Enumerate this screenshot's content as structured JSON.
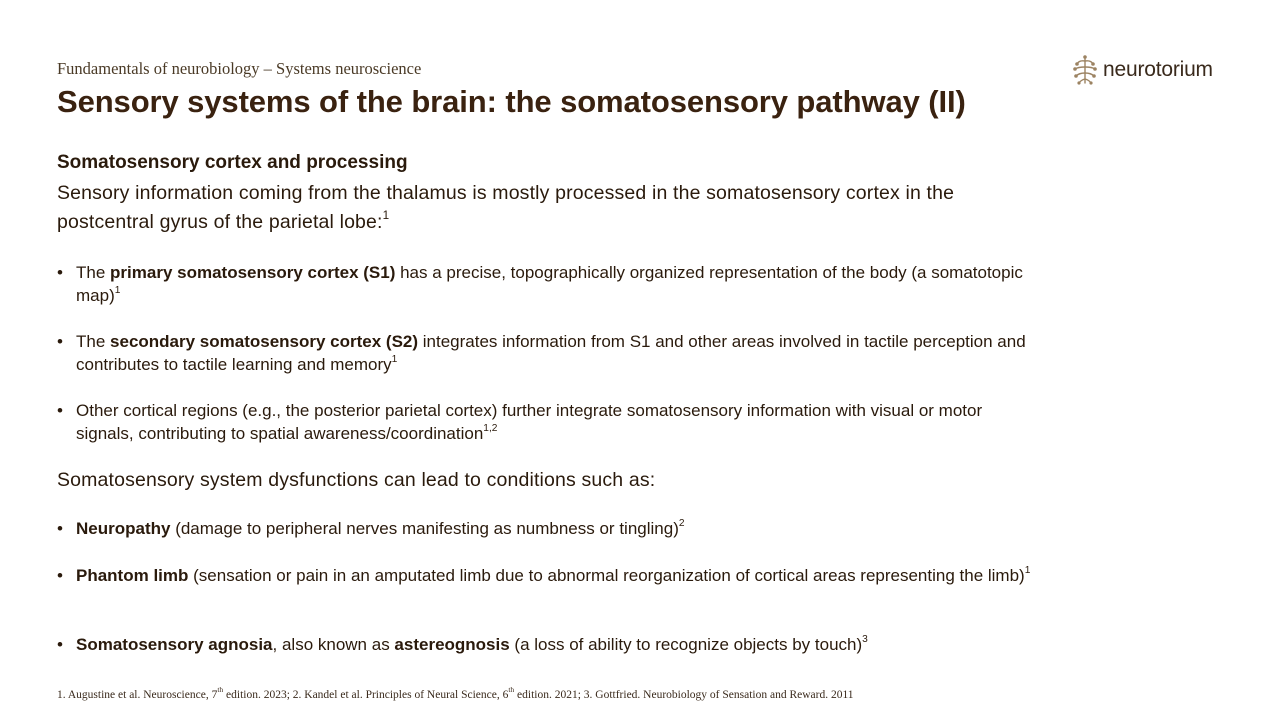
{
  "header": {
    "supertitle": "Fundamentals of neurobiology – Systems neuroscience",
    "title": "Sensory systems of the brain: the somatosensory pathway (II)"
  },
  "logo": {
    "text": "neurotorium"
  },
  "section": {
    "heading": "Somatosensory cortex and processing",
    "intro": "Sensory information coming from the thalamus is mostly processed in the somatosensory cortex in the postcentral gyrus of the parietal lobe:",
    "intro_ref": "1",
    "bullets": [
      {
        "pre": "The ",
        "bold": "primary somatosensory cortex (S1)",
        "post": " has a precise, topographically organized representation of the body (a somatotopic map)",
        "ref": "1"
      },
      {
        "pre": "The ",
        "bold": "secondary somatosensory cortex (S2)",
        "post": " integrates information from S1 and other areas involved in tactile perception and contributes to tactile learning and memory",
        "ref": "1"
      },
      {
        "pre": "",
        "bold": "",
        "post": "Other cortical regions (e.g., the posterior parietal cortex) further integrate somatosensory information with visual or motor signals, contributing to spatial awareness/coordination",
        "ref": "1,2"
      }
    ],
    "dysfunction_intro": "Somatosensory system dysfunctions can lead to conditions such as:",
    "conditions": [
      {
        "bold": "Neuropathy",
        "post": " (damage to peripheral nerves manifesting as numbness or tingling)",
        "ref": "2"
      },
      {
        "bold": "Phantom limb",
        "post": " (sensation or pain in an amputated limb due to abnormal reorganization of cortical areas representing the limb)",
        "ref": "1"
      },
      {
        "bold": "Somatosensory agnosia",
        "mid": ", also known as ",
        "bold2": "astereognosis",
        "post": " (a loss of ability to recognize objects by touch)",
        "ref": "3"
      }
    ]
  },
  "footnote": {
    "part1": "1. Augustine et al. Neuroscience, 7",
    "sup1": "th",
    "part2": " edition. 2023; 2. Kandel et al. Principles of Neural Science, 6",
    "sup2": "th",
    "part3": " edition. 2021; 3. Gottfried. Neurobiology of Sensation and Reward. 2011"
  },
  "colors": {
    "title": "#3a2210",
    "text": "#2a1a0c",
    "logo_icon": "#9c8362"
  }
}
